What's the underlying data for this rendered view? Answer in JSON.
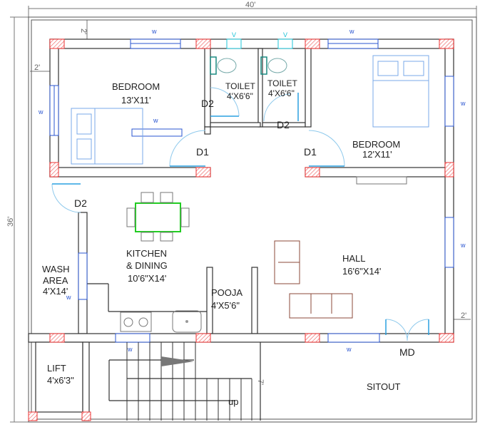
{
  "dimensions": {
    "width": "40'",
    "depth": "36'",
    "setback_top": "2'",
    "setback_left": "2'",
    "setback_right": "2'",
    "stair_mark": "7'"
  },
  "rooms": {
    "bedroom_left": {
      "name": "BEDROOM",
      "size": "13'X11'"
    },
    "toilet_left": {
      "name": "TOILET",
      "size": "4'X6'6\""
    },
    "toilet_right": {
      "name": "TOILET",
      "size": "4'X6'6\""
    },
    "bedroom_right": {
      "name": "BEDROOM",
      "size": "12'X11'"
    },
    "kitchen": {
      "name_line1": "KITCHEN",
      "name_line2": "& DINING",
      "size": "10'6\"X14'"
    },
    "wash": {
      "name_line1": "WASH",
      "name_line2": "AREA",
      "size": "4'X14'"
    },
    "pooja": {
      "name": "POOJA",
      "size": "4'X5'6\""
    },
    "hall": {
      "name": "HALL",
      "size": "16'6\"X14'"
    },
    "lift": {
      "name": "LIFT",
      "size": "4'x6'3\""
    },
    "sitout": {
      "name": "SITOUT"
    },
    "stair": {
      "direction": "up"
    }
  },
  "doors": {
    "d1": "D1",
    "d2": "D2",
    "main": "MD"
  },
  "window_label": "w",
  "ventilator_label": "V",
  "colors": {
    "wall": "#333333",
    "window": "#2a55d0",
    "ventilator": "#1cc4d8",
    "column": "#ee3333",
    "door_swing": "#8ec9ec",
    "dining_table": "#22cc22",
    "sofa": "#8b4a3a",
    "bed": "#7aa8e8"
  }
}
